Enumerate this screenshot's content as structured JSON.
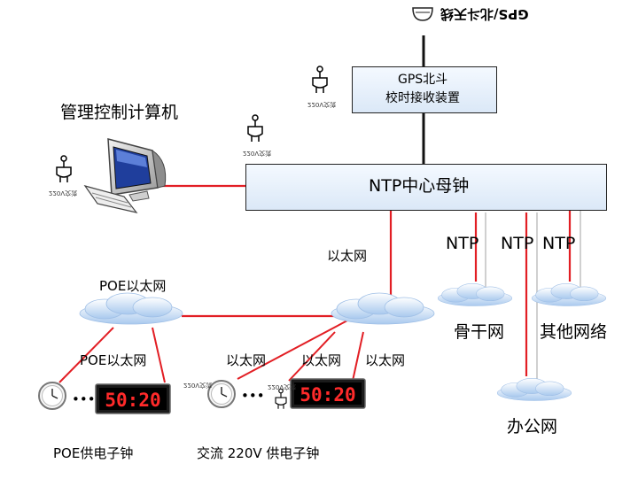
{
  "gps_antenna_label": "GPS/北斗天线",
  "receiver": {
    "line1": "GPS北斗",
    "line2": "校时接收装置"
  },
  "master_clock": "NTP中心母钟",
  "computer_label": "管理控制计算机",
  "power_voltage_label": "220V交流",
  "ntp_labels": [
    "NTP",
    "NTP",
    "NTP"
  ],
  "ethernet_label": "以太网",
  "poe_ethernet_label": "POE以太网",
  "networks": {
    "backbone": "骨干网",
    "other": "其他网络",
    "office": "办公网"
  },
  "clock_display": "50:20",
  "ellipsis": "•••",
  "poe_clock_caption": "POE供电子钟",
  "ac_clock_caption": "交流 220V 供电子钟",
  "colors": {
    "red": "#e21e24",
    "black": "#111111",
    "lcd_bg": "#1b1b1b",
    "lcd_digit": "#ff2a2a",
    "box_fill": "#e5eefa"
  }
}
